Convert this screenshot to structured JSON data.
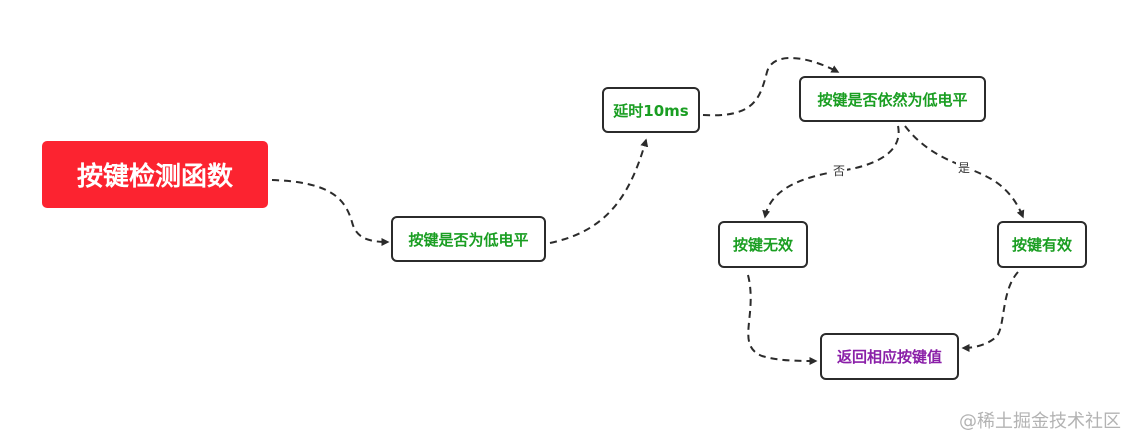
{
  "colors": {
    "root_bg": "#fc2330",
    "root_text": "#ffffff",
    "green_text": "#1a9e22",
    "purple_text": "#8a1fa8",
    "edge": "#2b2b2b"
  },
  "nodes": {
    "root": "按键检测函数",
    "check_low": "按键是否为低电平",
    "delay": "延时10ms",
    "check_still_low": "按键是否依然为低电平",
    "invalid": "按键无效",
    "valid": "按键有效",
    "return_value": "返回相应按键值"
  },
  "edge_labels": {
    "no": "否",
    "yes": "是"
  },
  "watermark": "@稀土掘金技术社区"
}
